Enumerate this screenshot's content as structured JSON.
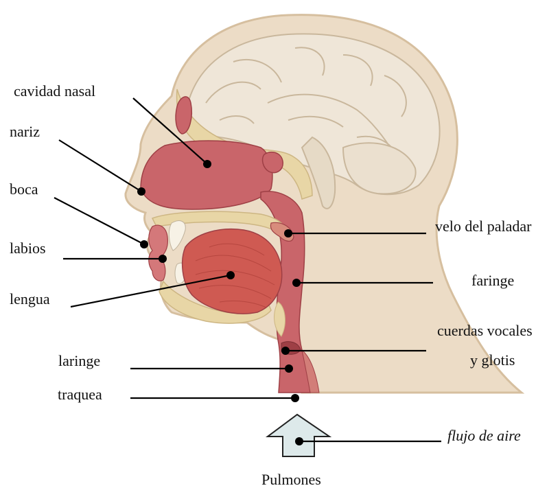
{
  "labels": {
    "cavidad_nasal": "cavidad nasal",
    "nariz": "nariz",
    "boca": "boca",
    "labios": "labios",
    "lengua": "lengua",
    "velo_del_paladar": "velo del paladar",
    "faringe": "faringe",
    "cuerdas_vocales_1": "cuerdas vocales",
    "cuerdas_vocales_2": "y glotis",
    "laringe": "laringe",
    "traquea": "traquea",
    "flujo_de_aire": "flujo de aire",
    "pulmones": "Pulmones"
  },
  "colors": {
    "skin": "#ecdcc6",
    "skin_outline": "#d6bf9f",
    "brain": "#efe6d8",
    "brain_fold": "#c9b79c",
    "airway": "#c9656a",
    "airway_dark": "#9e3f45",
    "tongue": "#cf5a52",
    "bone": "#e8d6a6",
    "arrow_fill": "#dde9ea",
    "arrow_stroke": "#222222",
    "leader_line": "#000000"
  }
}
